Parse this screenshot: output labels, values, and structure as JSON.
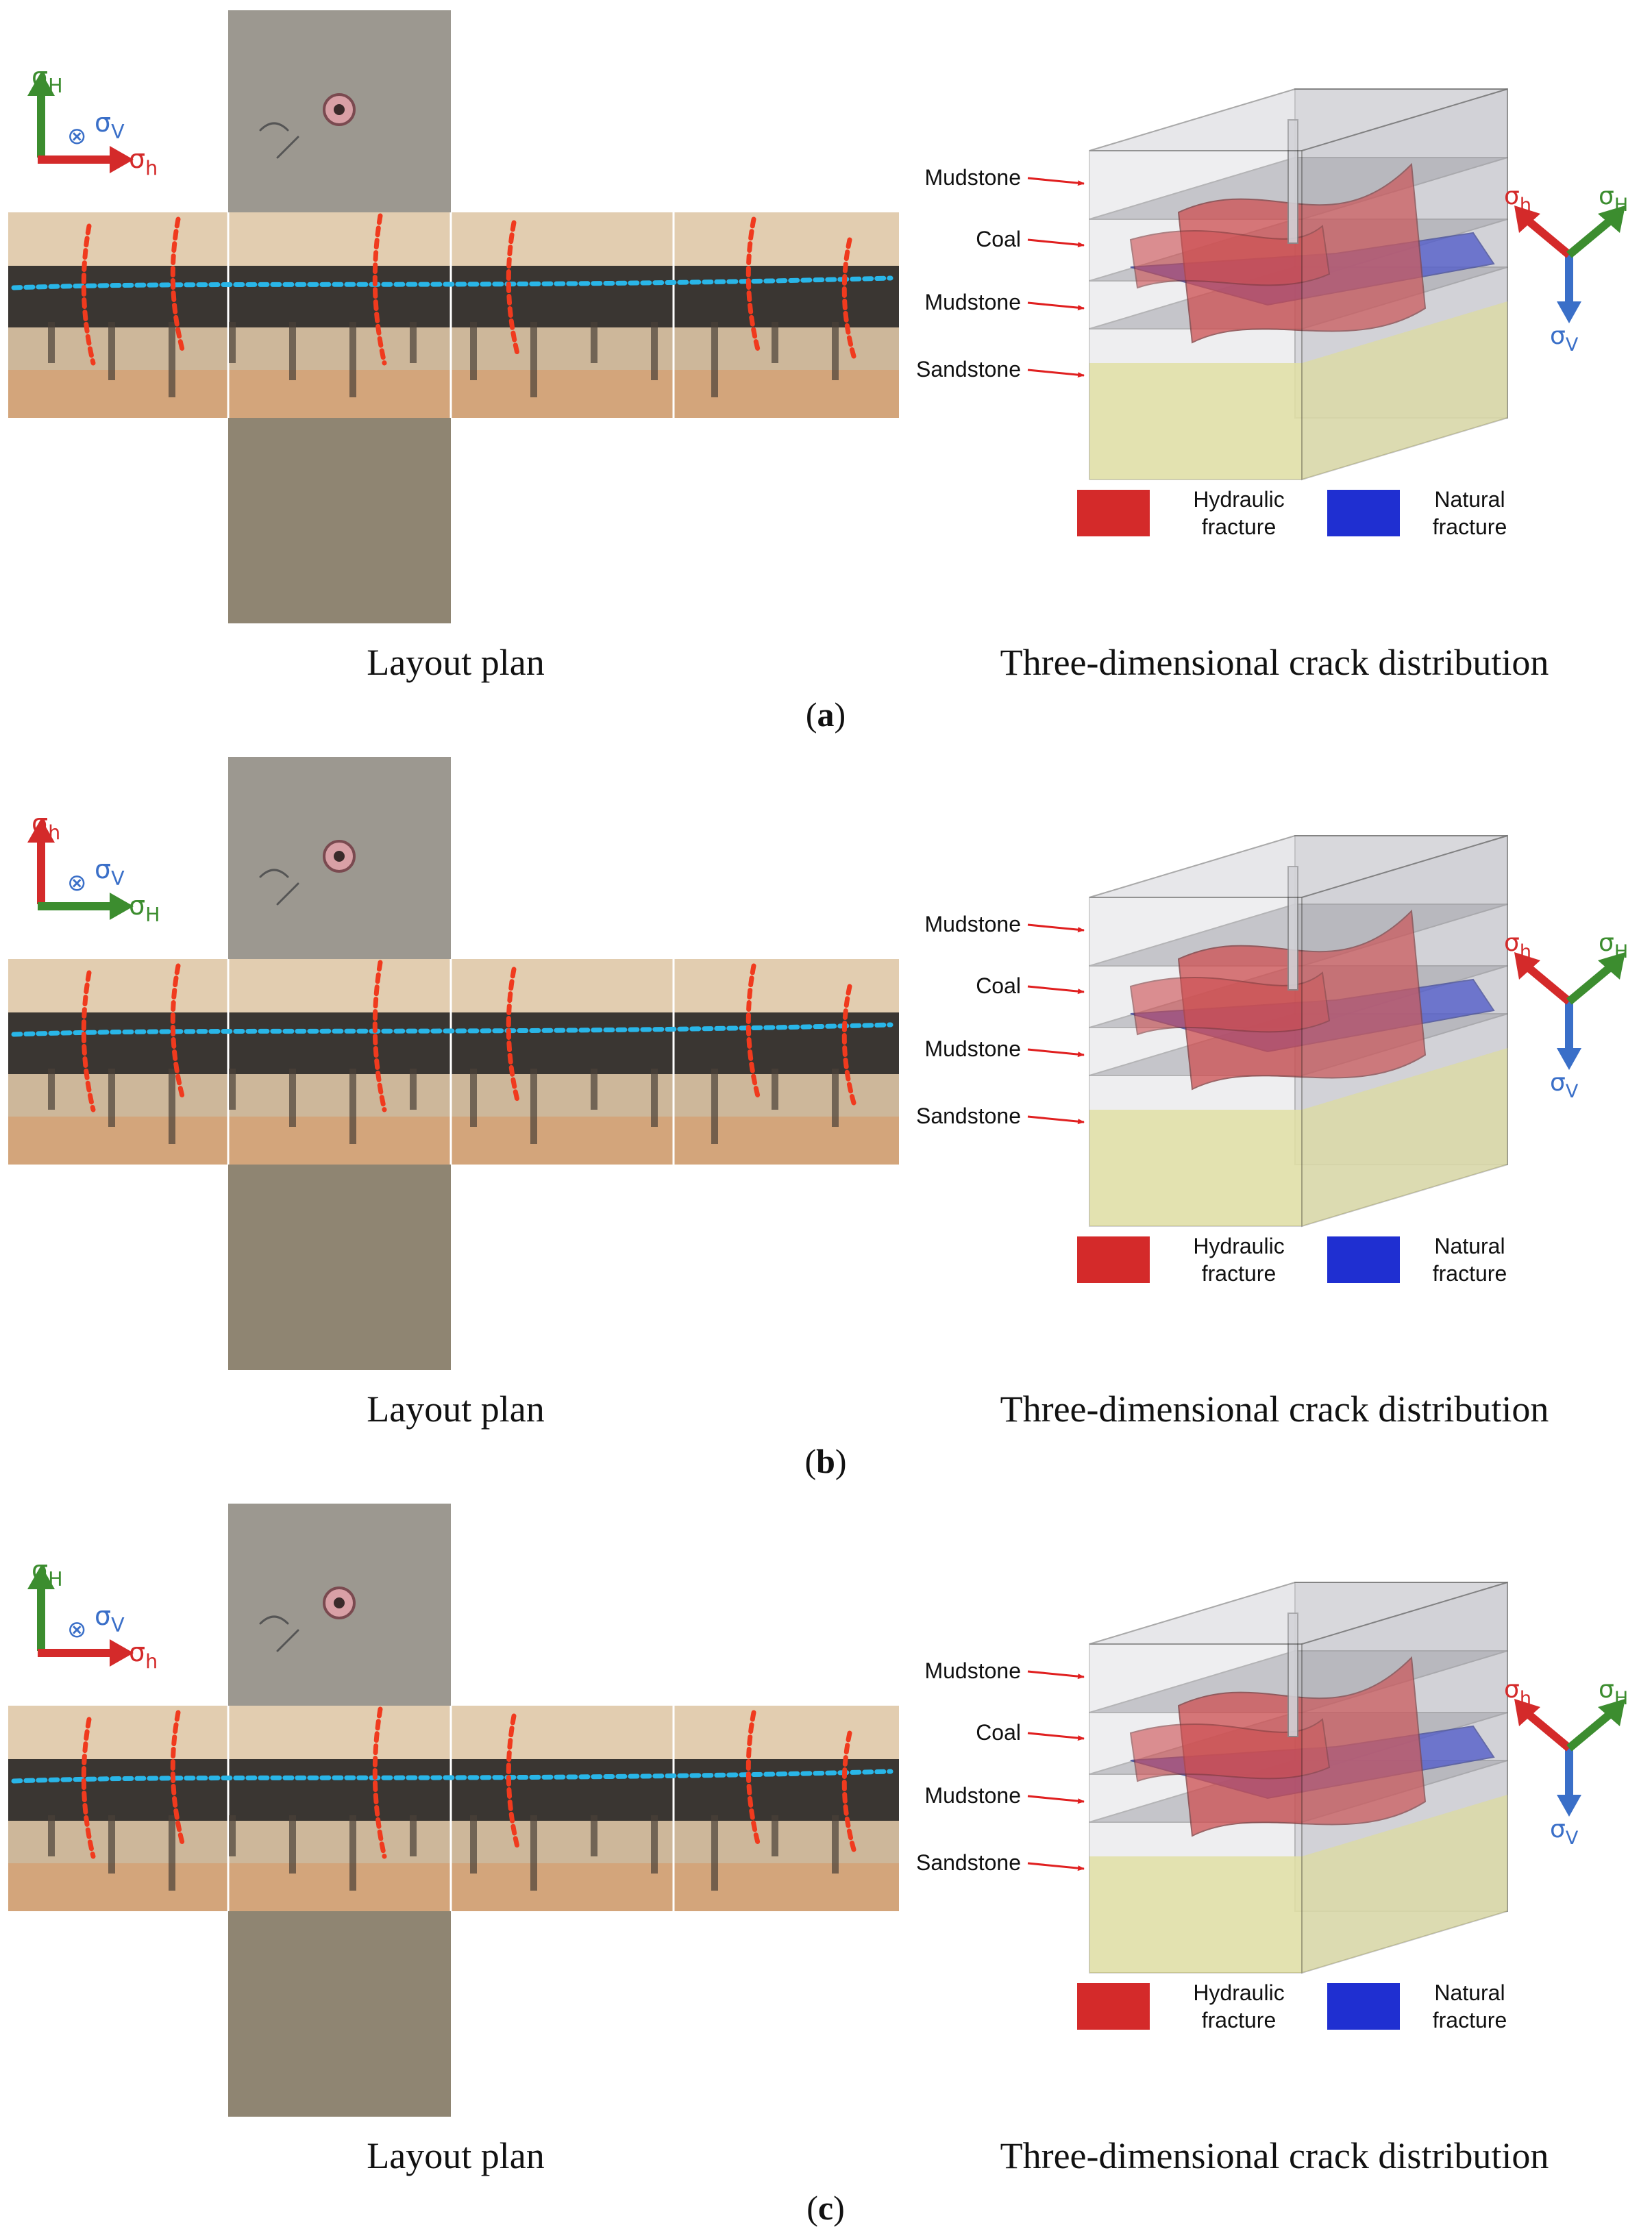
{
  "panels": [
    {
      "id": "a",
      "axes_left": {
        "vertical": "H",
        "horizontal": "h"
      },
      "vertical_color": "#3c8d2f",
      "horizontal_color": "#d42a2a",
      "sandstone_band": true,
      "cube_labels": [
        "Mudstone",
        "Coal",
        "Mudstone",
        "Sandstone"
      ],
      "legend": {
        "hydraulic": [
          "Hydraulic",
          "fracture"
        ],
        "natural": [
          "Natural",
          "fracture"
        ]
      },
      "caption_left": "Layout plan",
      "caption_right": "Three-dimensional crack distribution",
      "label": "a"
    },
    {
      "id": "b",
      "axes_left": {
        "vertical": "h",
        "horizontal": "H"
      },
      "vertical_color": "#d42a2a",
      "horizontal_color": "#3c8d2f",
      "sandstone_band": true,
      "cube_labels": [
        "Mudstone",
        "Coal",
        "Mudstone",
        "Sandstone"
      ],
      "legend": {
        "hydraulic": [
          "Hydraulic",
          "fracture"
        ],
        "natural": [
          "Natural",
          "fracture"
        ]
      },
      "caption_left": "Layout plan",
      "caption_right": "Three-dimensional crack distribution",
      "label": "b"
    },
    {
      "id": "c",
      "axes_left": {
        "vertical": "H",
        "horizontal": "h"
      },
      "vertical_color": "#3c8d2f",
      "horizontal_color": "#d42a2a",
      "sandstone_band": true,
      "cube_labels": [
        "Mudstone",
        "Coal",
        "Mudstone",
        "Sandstone"
      ],
      "legend": {
        "hydraulic": [
          "Hydraulic",
          "fracture"
        ],
        "natural": [
          "Natural",
          "fracture"
        ]
      },
      "caption_left": "Layout plan",
      "caption_right": "Three-dimensional crack distribution",
      "label": "c"
    }
  ],
  "stress_symbols": {
    "sigma": "σ",
    "sub_V": "V",
    "sub_H": "H",
    "sub_h": "h",
    "into_page": "⊗"
  },
  "colors": {
    "hydraulic": "#d42a2a",
    "natural": "#1f2fd1",
    "sigma_H": "#3c8d2f",
    "sigma_h": "#d42a2a",
    "sigma_V": "#3a6fc8",
    "natural_trace": "#29b6e8",
    "hydraulic_trace": "#f03a1e"
  }
}
